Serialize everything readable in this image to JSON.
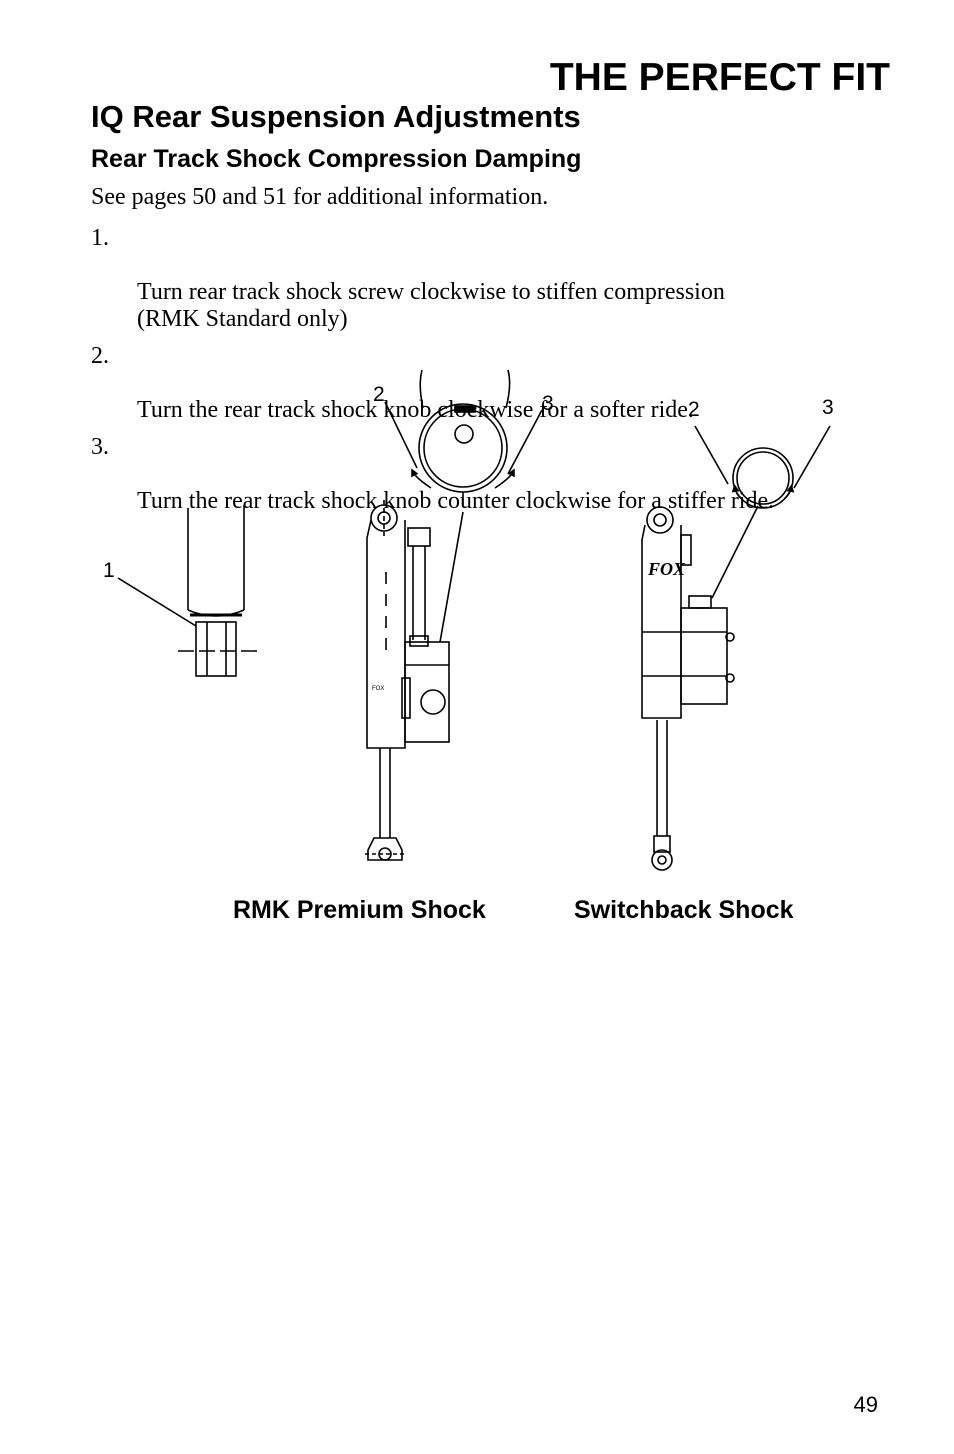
{
  "header": {
    "title": "THE PERFECT FIT"
  },
  "section": {
    "title": "IQ Rear Suspension Adjustments"
  },
  "subsection": {
    "title": "Rear Track Shock Compression Damping"
  },
  "intro": "See pages 50 and 51 for additional information.",
  "steps": [
    {
      "num": "1.",
      "text": "Turn rear track shock screw clockwise to stiffen compression\n(RMK Standard only)"
    },
    {
      "num": "2.",
      "text": "Turn the rear track shock knob clockwise for a softer ride."
    },
    {
      "num": "3.",
      "text": "Turn the  rear track shock knob counter clockwise for a stiffer ride."
    }
  ],
  "figure": {
    "callouts": {
      "standard_screw": "1",
      "premium_left": "2",
      "premium_right": "3",
      "switchback_left": "2",
      "switchback_right": "3"
    },
    "captions": {
      "premium": "RMK Premium Shock",
      "switchback": "Switchback Shock"
    }
  },
  "page_number": "49"
}
